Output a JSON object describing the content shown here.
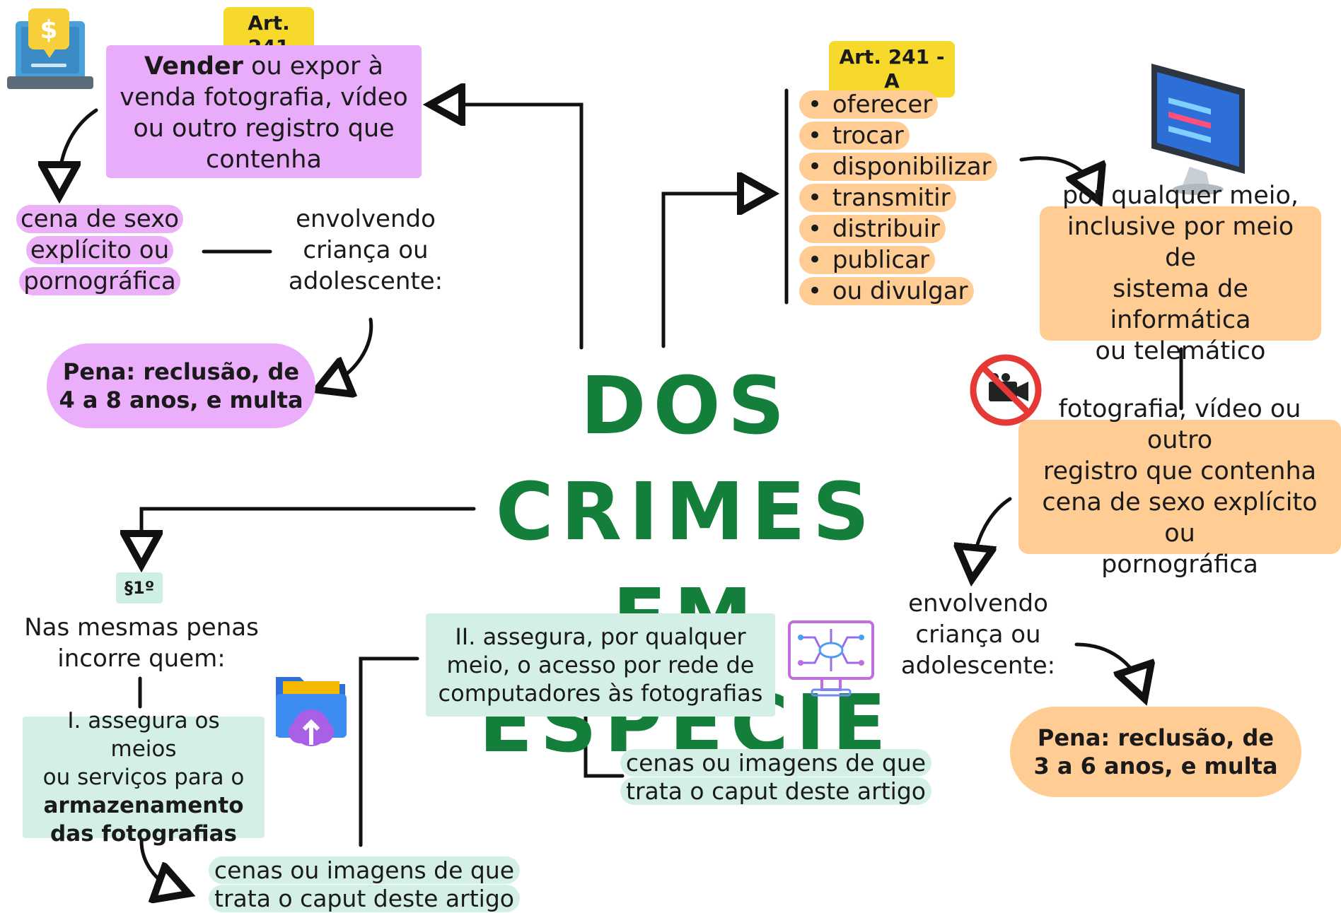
{
  "title": {
    "line1": "DOS CRIMES",
    "line2": "EM ESPÉCIE"
  },
  "art241": {
    "tag": "Art. 241",
    "box_bold": "Vender",
    "box_rest": " ou expor à venda fotografia, vídeo ou outro registro que contenha",
    "scene": [
      "cena de sexo",
      "explícito ou",
      "pornográfica"
    ],
    "involving": [
      "envolvendo",
      "criança ou",
      "adolescente:"
    ],
    "penalty": [
      "Pena: reclusão, de",
      "4  a 8 anos, e multa"
    ],
    "icon": "laptop-dollar-icon"
  },
  "art241a": {
    "tag": "Art. 241 - A",
    "verbs": [
      "oferecer",
      "trocar",
      "disponibilizar",
      "transmitir",
      "distribuir",
      "publicar",
      "ou divulgar"
    ],
    "means": [
      "por qualquer meio,",
      "inclusive por meio de",
      "sistema de informática",
      "ou telemático"
    ],
    "content": [
      "fotografia, vídeo ou outro",
      "registro que contenha",
      "cena de sexo explícito ou",
      "pornográfica"
    ],
    "involving": [
      "envolvendo",
      "criança ou",
      "adolescente:"
    ],
    "penalty": [
      "Pena: reclusão, de",
      "3 a 6 anos, e multa"
    ],
    "icons": [
      "computer-monitor-icon",
      "no-camera-icon"
    ]
  },
  "par1": {
    "tag": "§1º",
    "intro": [
      "Nas mesmas penas",
      "incorre quem:"
    ],
    "item1_plain": [
      "I. assegura os meios",
      "ou serviços para o"
    ],
    "item1_bold": [
      "armazenamento",
      "das fotografias"
    ],
    "item1_scenes": [
      "cenas ou imagens de que",
      "trata o caput deste artigo"
    ],
    "item2": [
      "II. assegura, por qualquer",
      "meio, o acesso por rede de",
      "computadores às fotografias"
    ],
    "item2_scenes": [
      "cenas ou imagens de que",
      "trata o caput deste artigo"
    ],
    "icons": [
      "cloud-folder-upload-icon",
      "network-monitor-icon"
    ]
  },
  "colors": {
    "title": "#147f3a",
    "pink": "#e8acfa",
    "peach": "#ffcc94",
    "mint": "#d4f0e6",
    "tag_yellow": "#f6d92b"
  }
}
